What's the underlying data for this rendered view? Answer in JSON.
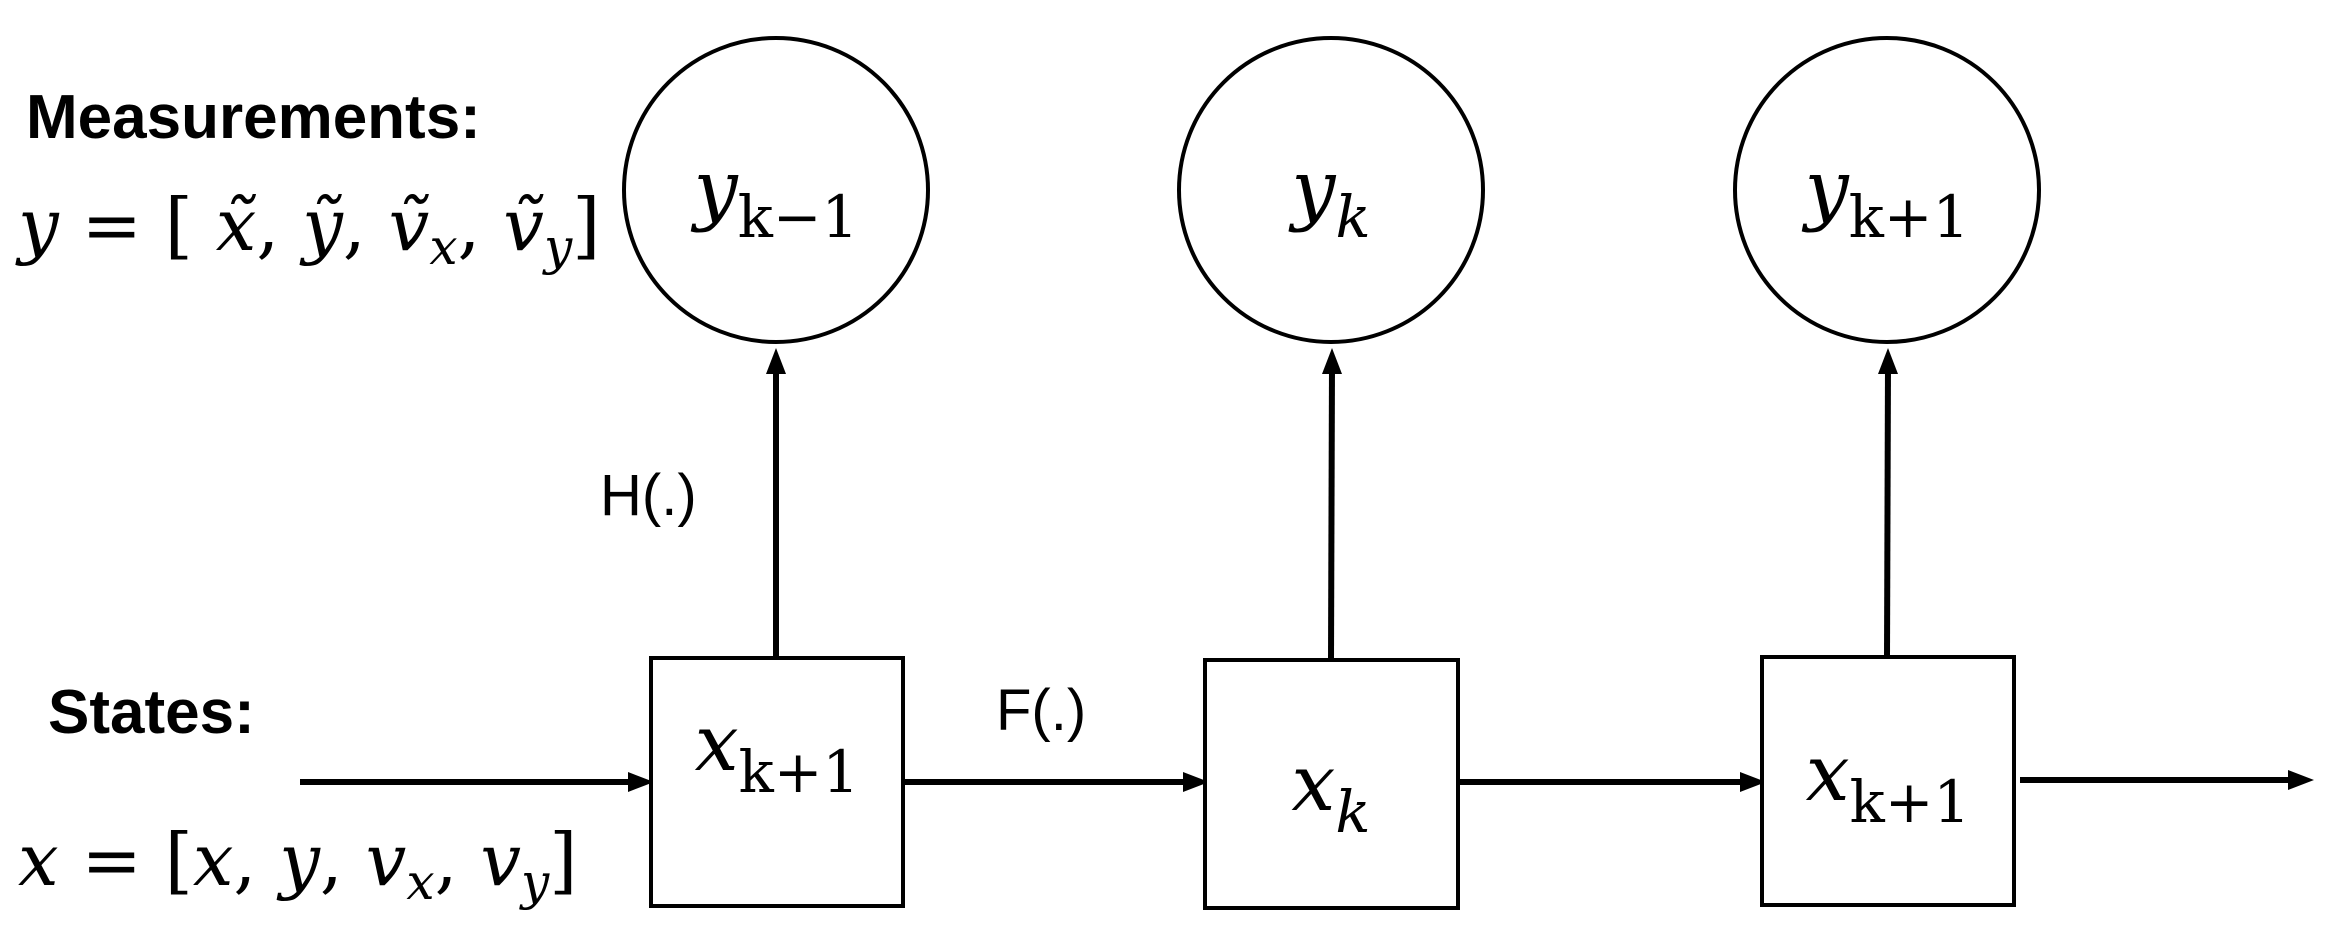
{
  "measurements": {
    "heading": "Measurements:",
    "equation": "y = [ x̃, ỹ, ṽ_x, ṽ_y ]",
    "eq_parts": {
      "lhs": "y",
      "eq": " = [ ",
      "t1": "x̃",
      "c1": ", ",
      "t2": "ỹ",
      "c2": ", ",
      "t3": "ṽ",
      "s3": "x",
      "c3": ", ",
      "t4": "ṽ",
      "s4": "y",
      "close": "]"
    }
  },
  "states": {
    "heading": "States:",
    "equation": "x = [x, y, v_x, v_y]",
    "eq_parts": {
      "lhs": "x",
      "eq": " = [",
      "t1": "x",
      "c1": ", ",
      "t2": "y",
      "c2": ", ",
      "t3": "v",
      "s3": "x",
      "c3": ", ",
      "t4": "v",
      "s4": "y",
      "close": "]"
    }
  },
  "functions": {
    "observation": "H(.)",
    "transition": "F(.)"
  },
  "measurement_nodes": [
    {
      "var": "y",
      "sub": "k−1"
    },
    {
      "var": "y",
      "sub": "k"
    },
    {
      "var": "y",
      "sub": "k+1"
    }
  ],
  "state_nodes": [
    {
      "var": "x",
      "sub": "k+1"
    },
    {
      "var": "x",
      "sub": "k"
    },
    {
      "var": "x",
      "sub": "k+1"
    }
  ]
}
